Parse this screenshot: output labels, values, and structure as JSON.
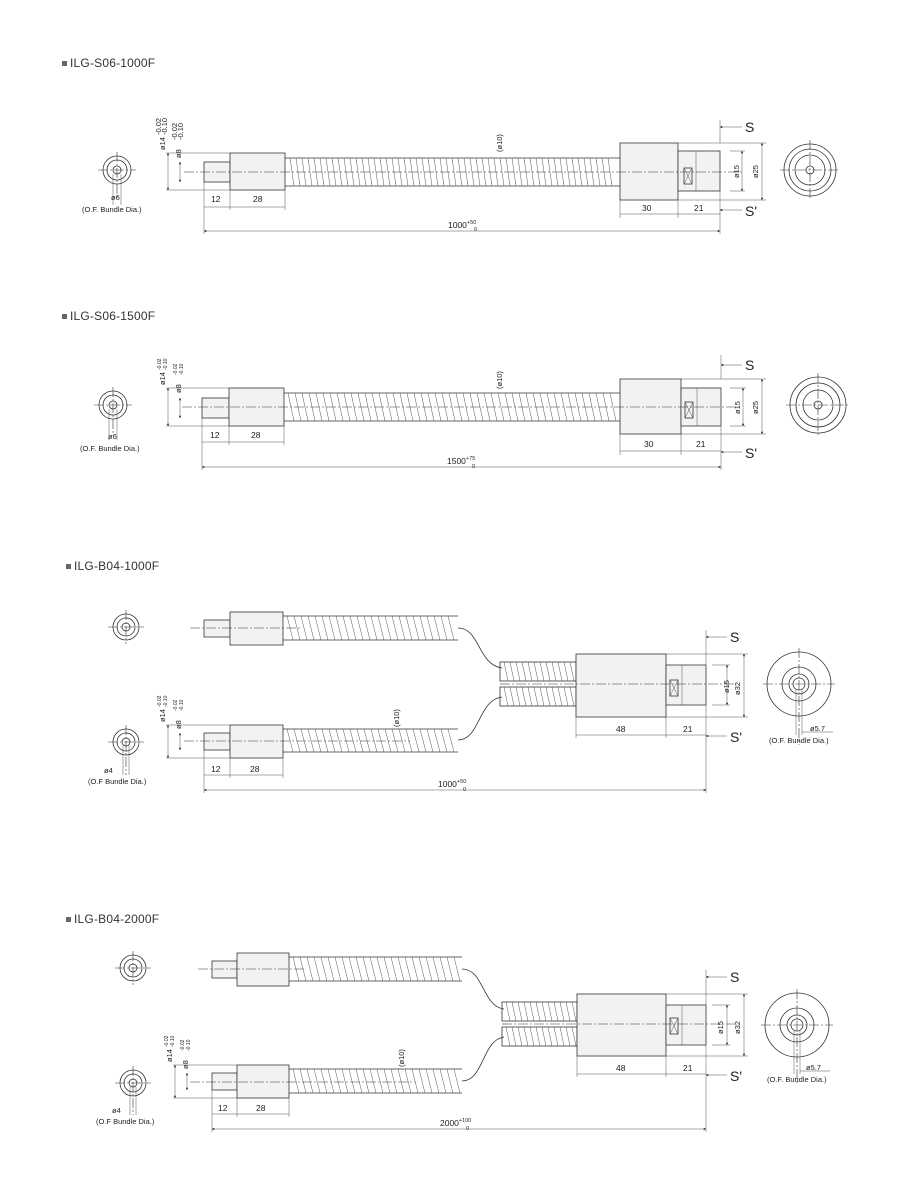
{
  "sections": [
    {
      "title": "ILG-S06-1000F",
      "dims": {
        "tol_outer": "ø14",
        "tol_inner": "ø8",
        "tol_a": "-0.02",
        "tol_b": "-0.10",
        "hose": "(ø10)",
        "len1": "12",
        "len2": "28",
        "body_len": "30",
        "tip_len": "21",
        "total_base": "1000",
        "total_sup": "+50",
        "total_sub": "0",
        "d1": "ø15",
        "d2": "ø25",
        "s": "S",
        "s2": "S'"
      },
      "left_view": {
        "dia": "ø6",
        "caption": "(O.F. Bundle Dia.)"
      }
    },
    {
      "title": "ILG-S06-1500F",
      "dims": {
        "tol_outer": "ø14",
        "tol_inner": "ø8",
        "tol_a": "-0.02",
        "tol_b": "-0.10",
        "hose": "(ø10)",
        "len1": "12",
        "len2": "28",
        "body_len": "30",
        "tip_len": "21",
        "total_base": "1500",
        "total_sup": "+75",
        "total_sub": "0",
        "d1": "ø15",
        "d2": "ø25",
        "s": "S",
        "s2": "S'"
      },
      "left_view": {
        "dia": "ø6",
        "caption": "(O.F. Bundle Dia.)"
      }
    },
    {
      "title": "ILG-B04-1000F",
      "dims": {
        "tol_outer": "ø14",
        "tol_inner": "ø8",
        "tol_a": "-0.02",
        "tol_b": "-0.10",
        "hose": "(ø10)",
        "len1": "12",
        "len2": "28",
        "body_len": "48",
        "tip_len": "21",
        "total_base": "1000",
        "total_sup": "+50",
        "total_sub": "0",
        "d1": "ø15",
        "d2": "ø32",
        "s": "S",
        "s2": "S'"
      },
      "left_view": {
        "dia": "ø4",
        "caption": "(O.F Bundle Dia.)"
      },
      "right_view": {
        "dia": "ø5.7",
        "caption": "(O.F. Bundle Dia.)"
      }
    },
    {
      "title": "ILG-B04-2000F",
      "dims": {
        "tol_outer": "ø14",
        "tol_inner": "ø8",
        "tol_a": "-0.02",
        "tol_b": "-0.10",
        "hose": "(ø10)",
        "len1": "12",
        "len2": "28",
        "body_len": "48",
        "tip_len": "21",
        "total_base": "2000",
        "total_sup": "+100",
        "total_sub": "0",
        "d1": "ø15",
        "d2": "ø32",
        "s": "S",
        "s2": "S'"
      },
      "left_view": {
        "dia": "ø4",
        "caption": "(O.F Bundle Dia.)"
      },
      "right_view": {
        "dia": "ø5.7",
        "caption": "(O.F. Bundle Dia.)"
      }
    }
  ]
}
